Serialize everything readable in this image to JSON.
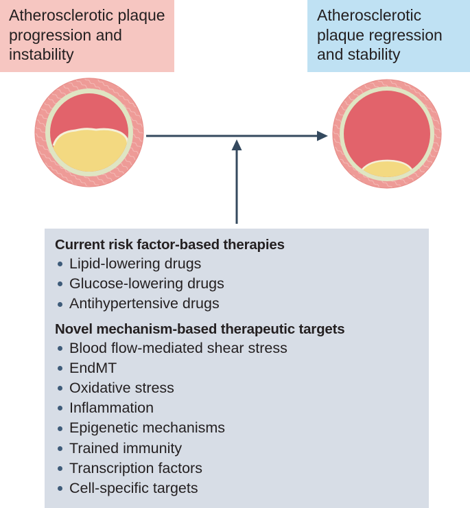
{
  "colors": {
    "progression_box": "#f6c6c1",
    "regression_box": "#bfe1f3",
    "panel": "#d7dde6",
    "arrow": "#34495e",
    "bullet": "#3e5b79",
    "vessel_wall": "#ee9b97",
    "media_layer": "#dfe5c3",
    "lumen_blood": "#e2636b",
    "plaque": "#f3d981"
  },
  "labels": {
    "progression": "Atherosclerotic plaque progression and instability",
    "regression": "Atherosclerotic plaque regression and stability"
  },
  "panel": {
    "heading_current": "Current risk factor-based therapies",
    "current_items": [
      "Lipid-lowering drugs",
      "Glucose-lowering drugs",
      "Antihypertensive drugs"
    ],
    "heading_novel": "Novel mechanism-based therapeutic targets",
    "novel_items": [
      "Blood flow-mediated shear stress",
      "EndMT",
      "Oxidative stress",
      "Inflammation",
      "Epigenetic mechanisms",
      "Trained immunity",
      "Transcription factors",
      "Cell-specific targets"
    ]
  }
}
